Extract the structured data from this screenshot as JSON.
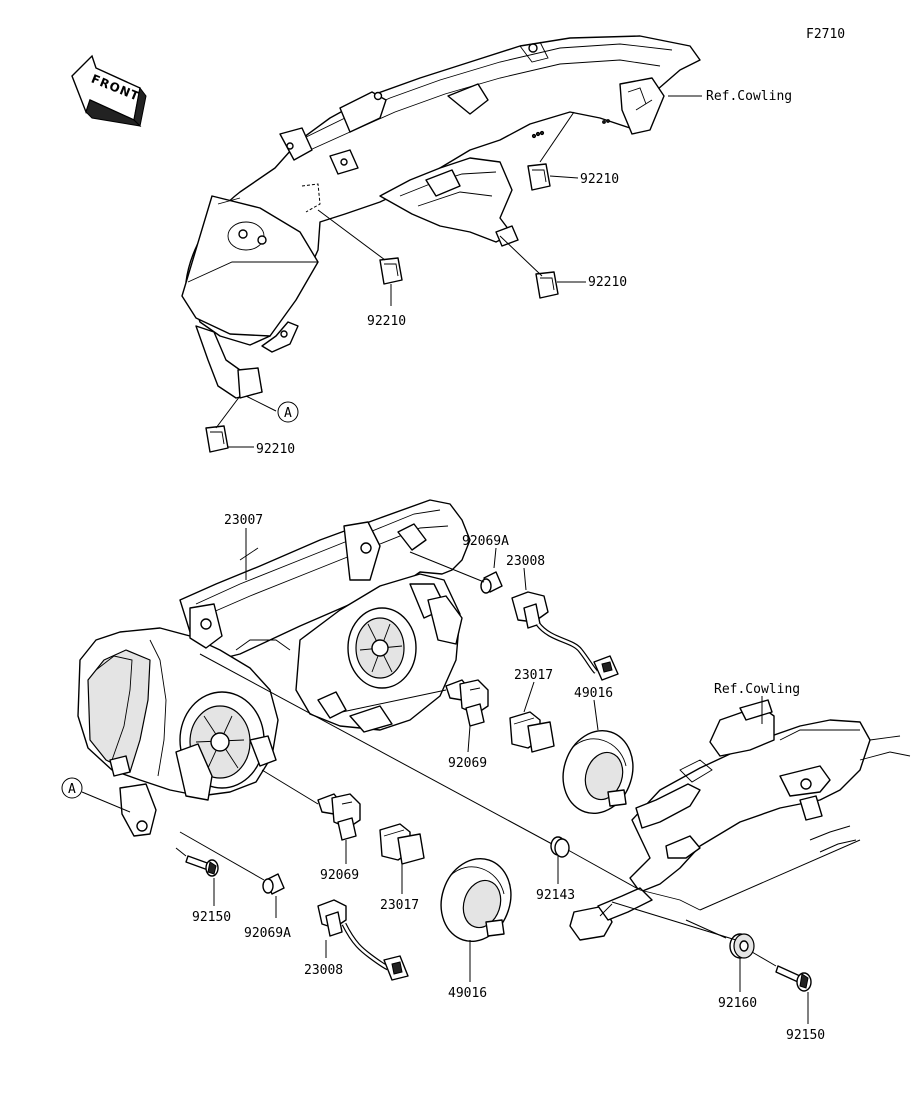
{
  "figure_code": "F2710",
  "front_label": "FRONT",
  "ref_cowling_top": "Ref.Cowling",
  "ref_cowling_bottom": "Ref.Cowling",
  "callout_a_top": "A",
  "callout_a_bottom": "A",
  "parts": {
    "p92210_right_upper": "92210",
    "p92210_right_lower": "92210",
    "p92210_center": "92210",
    "p92210_left_lower": "92210",
    "p23007": "23007",
    "p92069A_upper": "92069A",
    "p23008_upper": "23008",
    "p23017_upper": "23017",
    "p49016_upper": "49016",
    "p92069_upper": "92069",
    "p92069_lower": "92069",
    "p23017_lower": "23017",
    "p92150_left": "92150",
    "p92069A_lower": "92069A",
    "p23008_lower": "23008",
    "p49016_lower": "49016",
    "p92143": "92143",
    "p92160": "92160",
    "p92150_right": "92150"
  }
}
